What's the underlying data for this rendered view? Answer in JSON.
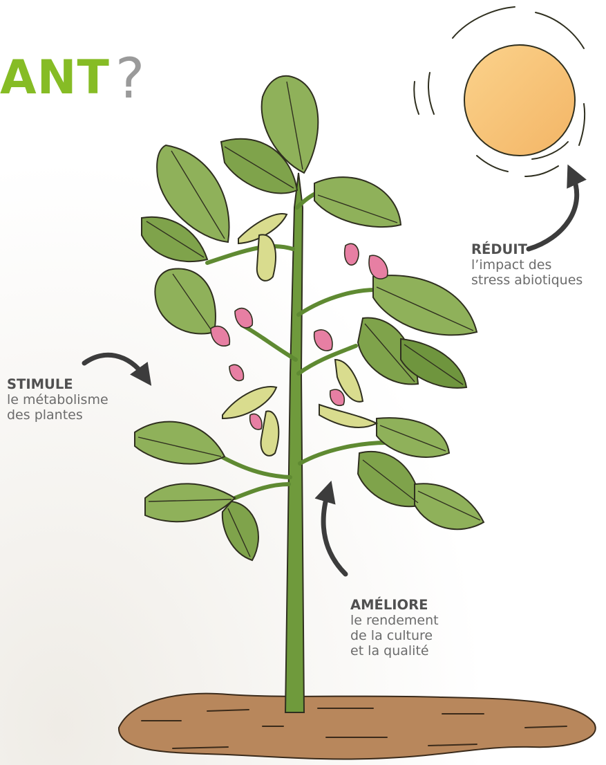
{
  "title": {
    "word": "ANT",
    "mark": "?",
    "word_color": "#86bc25"
  },
  "callouts": [
    {
      "id": "reduit",
      "heading": "RÉDUIT",
      "lines": [
        "l’impact des",
        "stress abiotiques"
      ]
    },
    {
      "id": "stimule",
      "heading": "STIMULE",
      "lines": [
        "le métabolisme",
        "des plantes"
      ]
    },
    {
      "id": "ameliore",
      "heading": "AMÉLIORE",
      "lines": [
        "le rendement",
        "de la culture",
        "et la qualité"
      ]
    }
  ],
  "palette": {
    "leaf": "#8fb15a",
    "leaf_light": "#b7cf7c",
    "stem": "#6f9a3c",
    "pod": "#d9dc8e",
    "flower": "#e77fa3",
    "sun": "#f7c472",
    "soil": "#b8875c",
    "arrow": "#3c3c3c",
    "ink": "#2f2f1f"
  },
  "icons": [
    "sun-icon",
    "plant-illustration",
    "soil-mound",
    "arrow-icon"
  ]
}
